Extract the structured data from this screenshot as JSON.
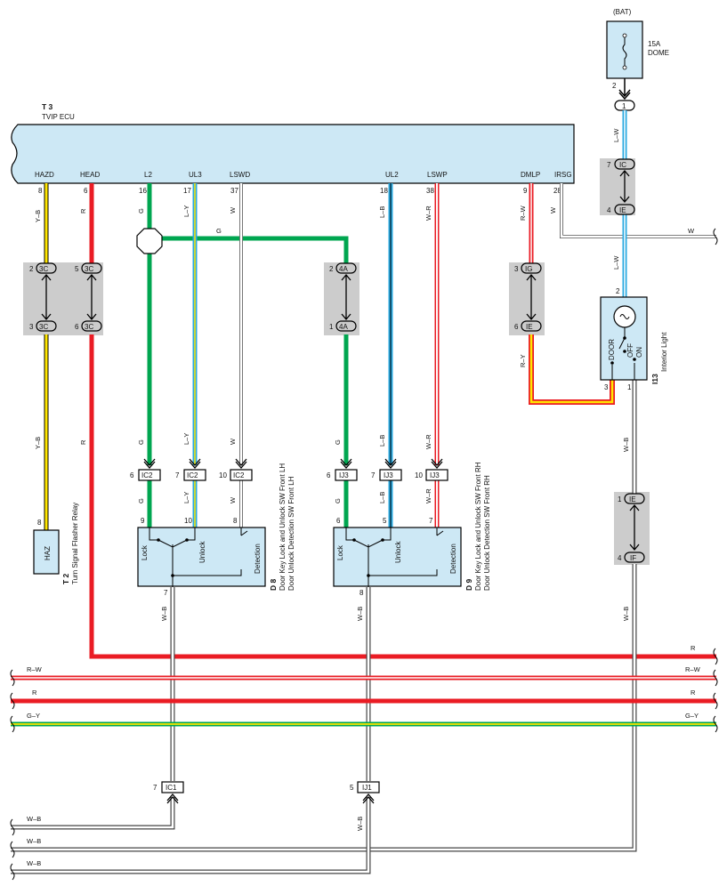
{
  "battery": {
    "label": "(BAT)",
    "fuse_rating": "15A",
    "fuse_name": "DOME",
    "pin": "2",
    "conn": "1"
  },
  "ecu": {
    "code": "T 3",
    "name": "TVIP ECU",
    "terminals": [
      {
        "name": "HAZD",
        "pin": "8"
      },
      {
        "name": "HEAD",
        "pin": "6"
      },
      {
        "name": "L2",
        "pin": "16"
      },
      {
        "name": "UL3",
        "pin": "17"
      },
      {
        "name": "LSWD",
        "pin": "37"
      },
      {
        "name": "UL2",
        "pin": "18"
      },
      {
        "name": "LSWP",
        "pin": "38"
      },
      {
        "name": "DMLP",
        "pin": "9"
      },
      {
        "name": "IRSG",
        "pin": "28"
      }
    ]
  },
  "wire_colors": {
    "YB": "Y–B",
    "R": "R",
    "G": "G",
    "LY": "L–Y",
    "W": "W",
    "LB": "L–B",
    "WR": "W–R",
    "RW": "R–W",
    "LW": "L–W",
    "RY": "R–Y",
    "WB": "W–B",
    "GY": "G–Y"
  },
  "junctions": {
    "3C_a": {
      "pin": "2",
      "id": "3C"
    },
    "3C_b": {
      "pin": "5",
      "id": "3C"
    },
    "3C_c": {
      "pin": "3",
      "id": "3C"
    },
    "3C_d": {
      "pin": "6",
      "id": "3C"
    },
    "4A_a": {
      "pin": "2",
      "id": "4A"
    },
    "4A_b": {
      "pin": "1",
      "id": "4A"
    },
    "IG": {
      "pin": "3",
      "id": "IG"
    },
    "IE_l": {
      "pin": "6",
      "id": "IE"
    },
    "IC": {
      "pin": "7",
      "id": "IC"
    },
    "IE_r": {
      "pin": "4",
      "id": "IE"
    },
    "IE_low": {
      "pin": "1",
      "id": "IE"
    },
    "IF": {
      "pin": "4",
      "id": "IF"
    }
  },
  "connectors": {
    "IC2_a": {
      "pin": "6",
      "id": "IC2"
    },
    "IC2_b": {
      "pin": "7",
      "id": "IC2"
    },
    "IC2_c": {
      "pin": "10",
      "id": "IC2"
    },
    "IJ3_a": {
      "pin": "6",
      "id": "IJ3"
    },
    "IJ3_b": {
      "pin": "7",
      "id": "IJ3"
    },
    "IJ3_c": {
      "pin": "10",
      "id": "IJ3"
    },
    "IC1": {
      "pin": "7",
      "id": "IC1"
    },
    "IJ1": {
      "pin": "5",
      "id": "IJ1"
    }
  },
  "switch_lh": {
    "code": "D 8",
    "line1": "Door Key Lock and Unlock SW Front LH",
    "line2": "Door Unlock Detection SW Front LH",
    "lock": "Lock",
    "unlock": "Unlock",
    "detection": "Detection",
    "pins": [
      "9",
      "10",
      "8",
      "7"
    ]
  },
  "switch_rh": {
    "code": "D 9",
    "line1": "Door Key Lock and Unlock SW Front RH",
    "line2": "Door Unlock Detection SW Front RH",
    "lock": "Lock",
    "unlock": "Unlock",
    "detection": "Detection",
    "pins": [
      "6",
      "5",
      "7",
      "8"
    ]
  },
  "relay": {
    "code": "T 2",
    "name": "Turn Signal Flasher Relay",
    "body": "HAZ",
    "pin": "8"
  },
  "interior_light": {
    "code": "I13",
    "name": "Interior Light",
    "door": "DOOR",
    "off": "OFF",
    "on": "ON",
    "pin_top": "2",
    "pin_l": "3",
    "pin_r": "1"
  },
  "colors": {
    "ecu_fill": "#cde8f5",
    "junction_fill": "#cccccc",
    "red": "#ea1c24",
    "green": "#00a650",
    "yellow": "#ffe600",
    "blue": "#2aa9e0"
  }
}
